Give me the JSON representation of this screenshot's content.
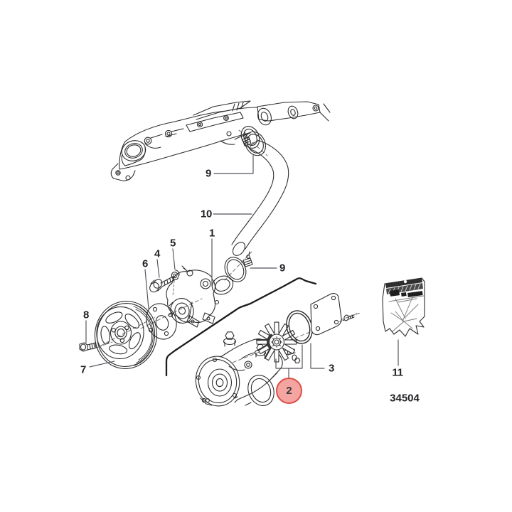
{
  "diagram": {
    "kit_number": "34504",
    "callouts": {
      "upper_clamp": {
        "label": "9"
      },
      "hose": {
        "label": "10"
      },
      "circulation_pump": {
        "label": "1"
      },
      "washer": {
        "label": "5"
      },
      "bolt": {
        "label": "4"
      },
      "spacer_plate": {
        "label": "6"
      },
      "lower_clamp": {
        "label": "9"
      },
      "pulley_bolt": {
        "label": "8"
      },
      "pulley": {
        "label": "7"
      },
      "o_ring": {
        "label": "3"
      },
      "impeller": {
        "label": "2"
      },
      "parts_bag": {
        "label": "11"
      }
    },
    "highlight": {
      "selected_callout": "2",
      "fill": "#f4a5a2",
      "border": "#dc4f47",
      "text_color": "#3a3a3a"
    },
    "colors": {
      "line": "#2d2d2d",
      "leader": "#50505a",
      "background": "#ffffff"
    }
  }
}
